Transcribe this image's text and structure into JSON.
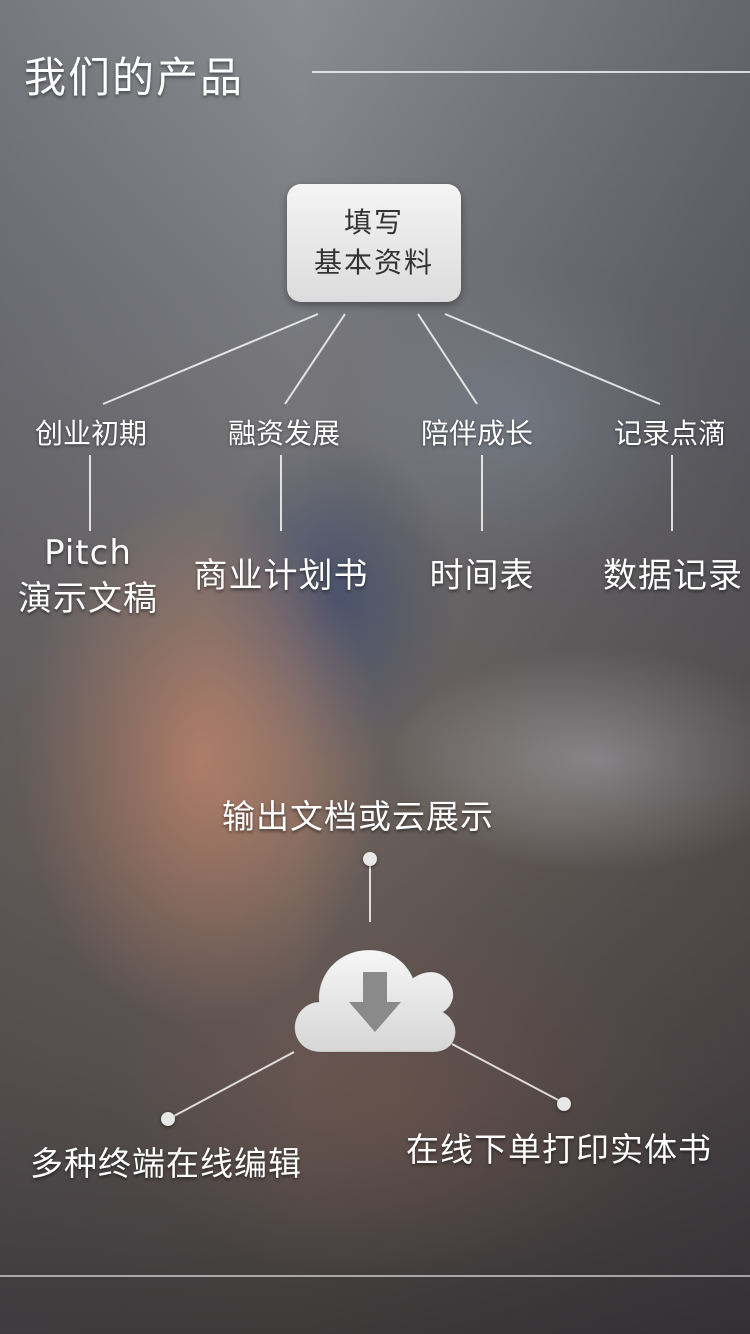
{
  "header": {
    "title": "我们的产品"
  },
  "tree": {
    "root": {
      "line1": "填写",
      "line2": "基本资料"
    },
    "stages": [
      {
        "label": "创业初期",
        "product_line1": "Pitch",
        "product_line2": "演示文稿"
      },
      {
        "label": "融资发展",
        "product_line1": "商业计划书"
      },
      {
        "label": "陪伴成长",
        "product_line1": "时间表"
      },
      {
        "label": "记录点滴",
        "product_line1": "数据记录"
      }
    ]
  },
  "output": {
    "top_label": "输出文档或云展示",
    "left_label": "多种终端在线编辑",
    "right_label": "在线下单打印实体书",
    "icon": "cloud-download-icon"
  }
}
